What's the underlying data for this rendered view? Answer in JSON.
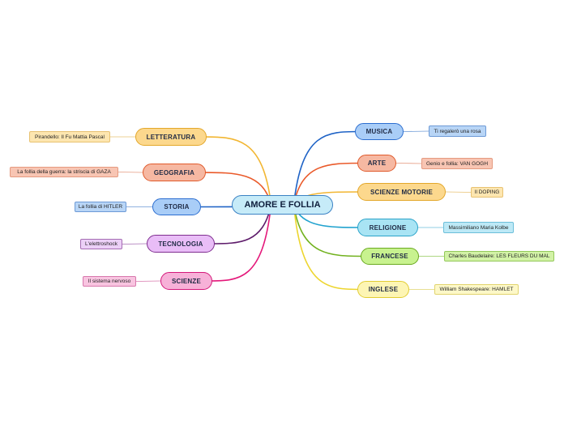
{
  "central": {
    "label": "AMORE E FOLLIA",
    "color": "#c6ebf8",
    "border": "#3b82c4"
  },
  "branches": [
    {
      "id": "letteratura",
      "label": "LETTERATURA",
      "color": "#fcd88d",
      "border": "#e3a72a",
      "line": "#f2b632",
      "leaf": "Pirandello: Il Fu Mattia Pascal",
      "leaf_color": "#fde6b0",
      "leaf_border": "#e8c272"
    },
    {
      "id": "geografia",
      "label": "GEOGRAFIA",
      "color": "#f6b8a2",
      "border": "#e05a2b",
      "line": "#ea5a2a",
      "leaf": "La follia della guerra: la striscia di GAZA",
      "leaf_color": "#f8c5b3",
      "leaf_border": "#e59a80"
    },
    {
      "id": "storia",
      "label": "STORIA",
      "color": "#a9cdf7",
      "border": "#2c6ed0",
      "line": "#1f63c6",
      "leaf": "La follia di HITLER",
      "leaf_color": "#b8d5f6",
      "leaf_border": "#6d9ad6"
    },
    {
      "id": "tecnologia",
      "label": "TECNOLOGIA",
      "color": "#e9bdf7",
      "border": "#7e2d8f",
      "line": "#5e1c6b",
      "leaf": "L'elettroshock",
      "leaf_color": "#ecd0f7",
      "leaf_border": "#a56db3"
    },
    {
      "id": "scienze",
      "label": "SCIENZE",
      "color": "#f7b1d8",
      "border": "#d4187a",
      "line": "#e4187a",
      "leaf": "Il sistema nervoso",
      "leaf_color": "#f8c4e0",
      "leaf_border": "#d878ad"
    },
    {
      "id": "musica",
      "label": "MUSICA",
      "color": "#a9cdf7",
      "border": "#2c6ed0",
      "line": "#1f63c6",
      "leaf": "Ti regalerò una rosa",
      "leaf_color": "#b8d5f6",
      "leaf_border": "#6d9ad6"
    },
    {
      "id": "arte",
      "label": "ARTE",
      "color": "#f6b8a2",
      "border": "#e05a2b",
      "line": "#ea5a2a",
      "leaf": "Genio e follia: VAN GOGH",
      "leaf_color": "#f8c5b3",
      "leaf_border": "#e59a80"
    },
    {
      "id": "scienze-motorie",
      "label": "SCIENZE MOTORIE",
      "color": "#fcd88d",
      "border": "#e3a72a",
      "line": "#f2b632",
      "leaf": "Il DOPING",
      "leaf_color": "#fde6b0",
      "leaf_border": "#e8c272"
    },
    {
      "id": "religione",
      "label": "RELIGIONE",
      "color": "#a9e4f4",
      "border": "#2aa3c9",
      "line": "#22a3cf",
      "leaf": "Massimiliano Maria Kolbe",
      "leaf_color": "#bde9f6",
      "leaf_border": "#6cbfda"
    },
    {
      "id": "francese",
      "label": "FRANCESE",
      "color": "#c8f28f",
      "border": "#6aaa1f",
      "line": "#72b21f",
      "leaf": "Charles Baudelaire: LES FLEURS DU MAL",
      "leaf_color": "#d2f2a6",
      "leaf_border": "#93c85a"
    },
    {
      "id": "inglese",
      "label": "INGLESE",
      "color": "#fdf5b4",
      "border": "#e2cd33",
      "line": "#edd52e",
      "leaf": "William Shakespeare: HAMLET",
      "leaf_color": "#fdf8c8",
      "leaf_border": "#e1d46e"
    }
  ]
}
